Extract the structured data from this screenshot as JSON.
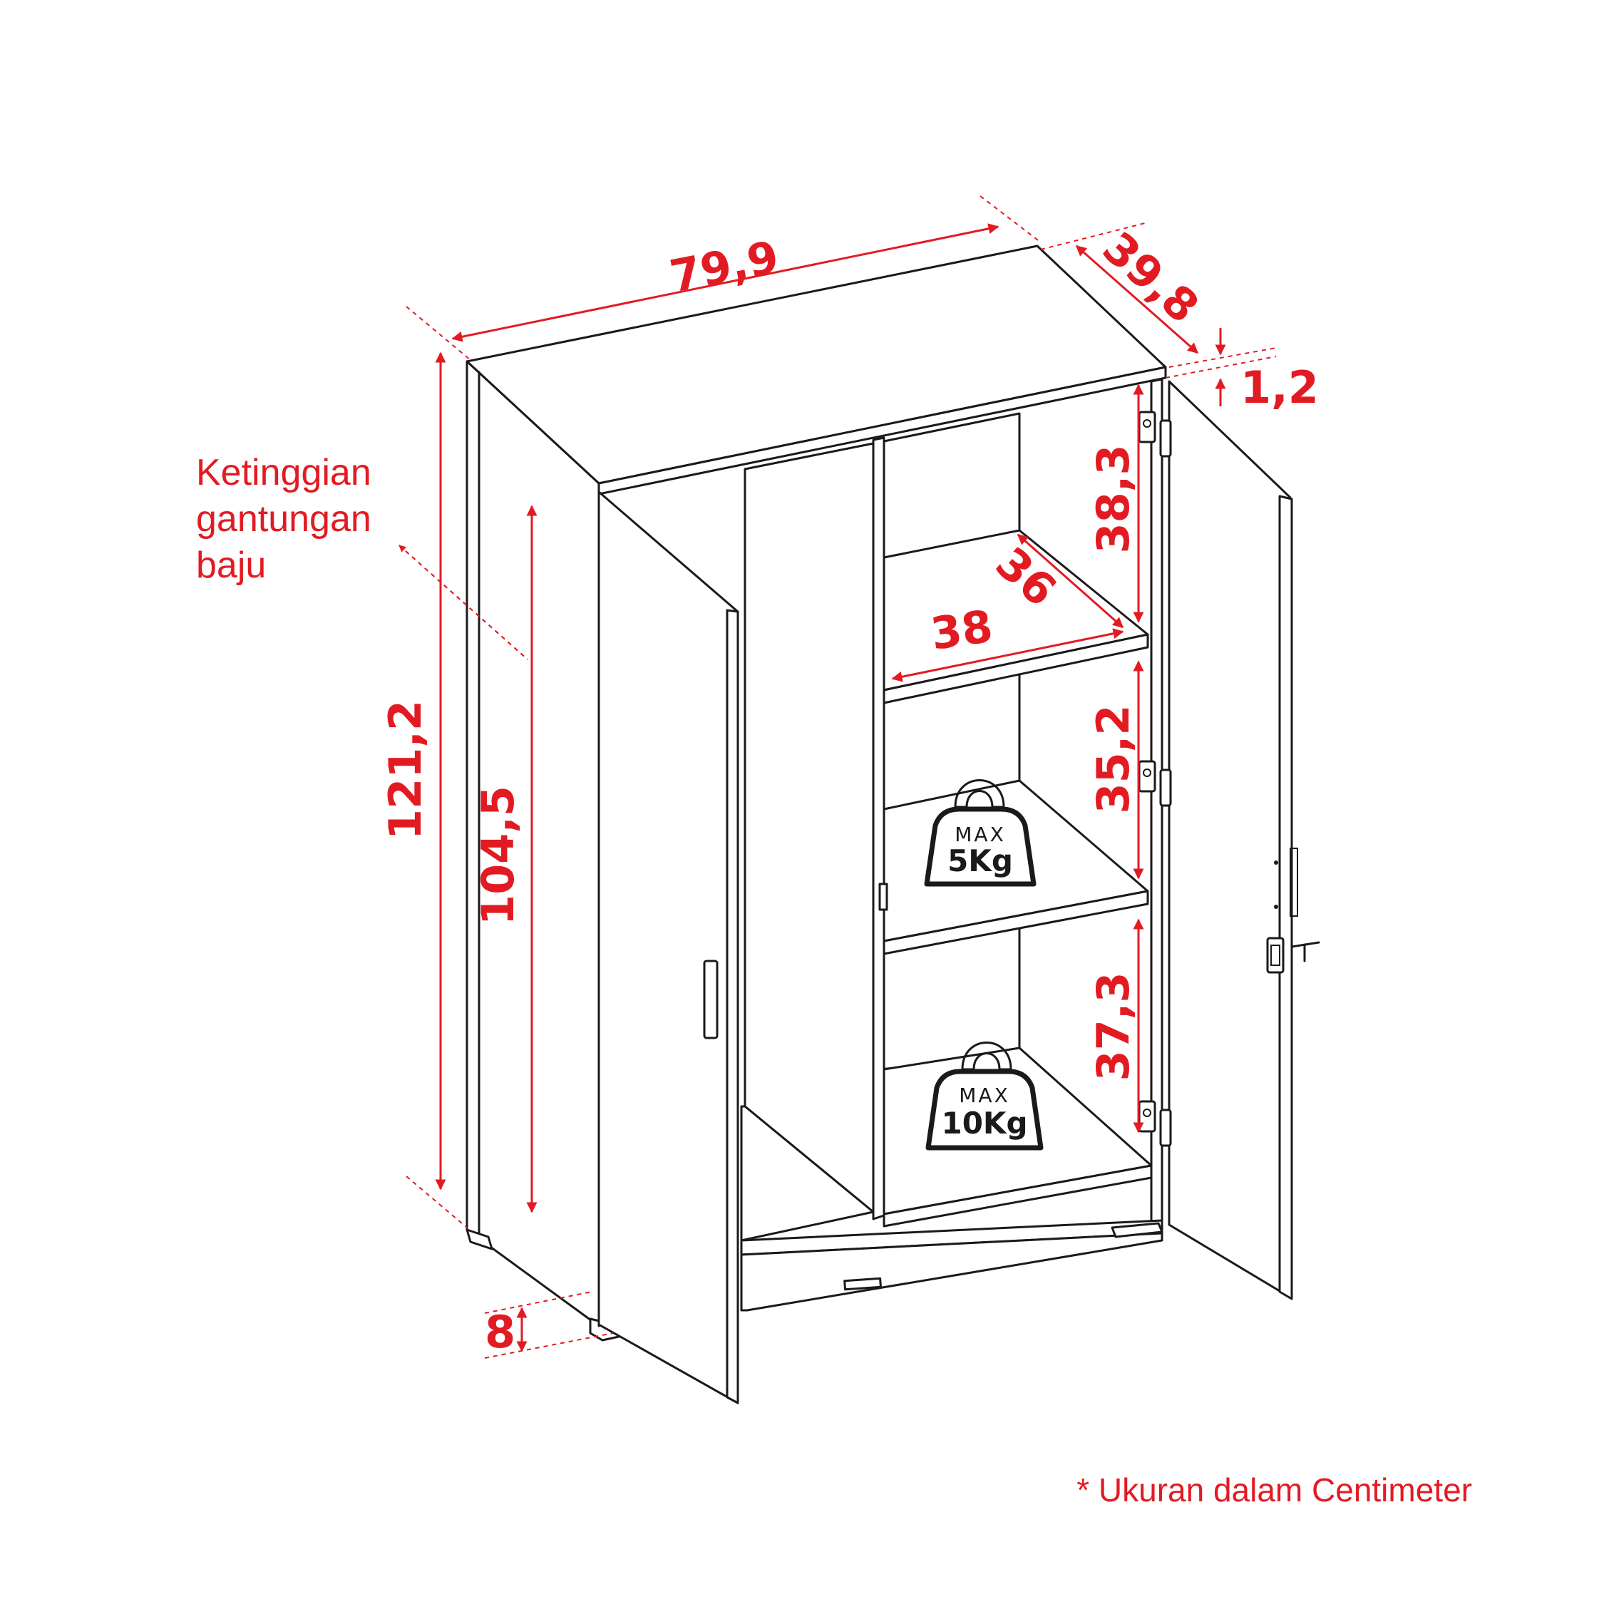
{
  "dimensions": {
    "width": "79,9",
    "depth": "39,8",
    "top_thickness": "1,2",
    "total_height": "121,2",
    "hanging_height": "104,5",
    "leg_height": "8",
    "shelf_space_top": "38,3",
    "shelf_space_middle": "35,2",
    "shelf_space_bottom": "37,3",
    "shelf_width": "38",
    "shelf_depth": "36"
  },
  "labels": {
    "hanging_note_line1": "Ketinggian",
    "hanging_note_line2": "gantungan",
    "hanging_note_line3": "baju",
    "footnote": "* Ukuran dalam Centimeter"
  },
  "weights": {
    "middle_shelf": {
      "max_label": "MAX",
      "value": "5Kg"
    },
    "bottom_shelf": {
      "max_label": "MAX",
      "value": "10Kg"
    }
  },
  "colors": {
    "dimension": "#e21b23",
    "outline": "#1a1a1a"
  }
}
